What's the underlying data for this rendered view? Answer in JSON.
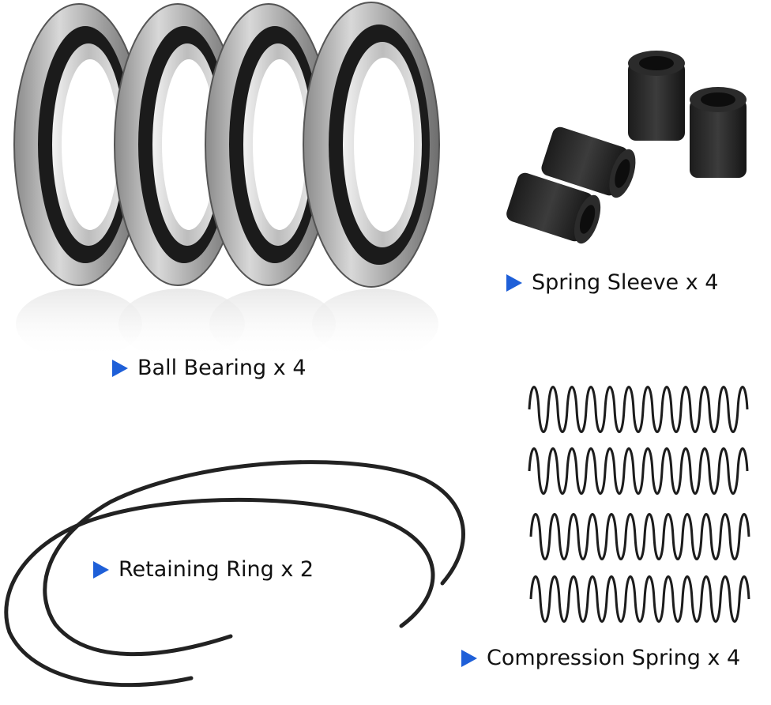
{
  "labels": {
    "ball_bearing": "Ball Bearing x 4",
    "spring_sleeve": "Spring Sleeve x 4",
    "retaining_ring": "Retaining Ring x 2",
    "compression_spring": "Compression Spring x 4"
  },
  "colors": {
    "marker": "#1e5fd8",
    "bearing_steel": "#b9b9b9",
    "bearing_seal": "#1a1a1a",
    "sleeve": "#2a2a2a",
    "wire": "#222222"
  },
  "icons": {
    "marker": "triangle-right-icon"
  }
}
